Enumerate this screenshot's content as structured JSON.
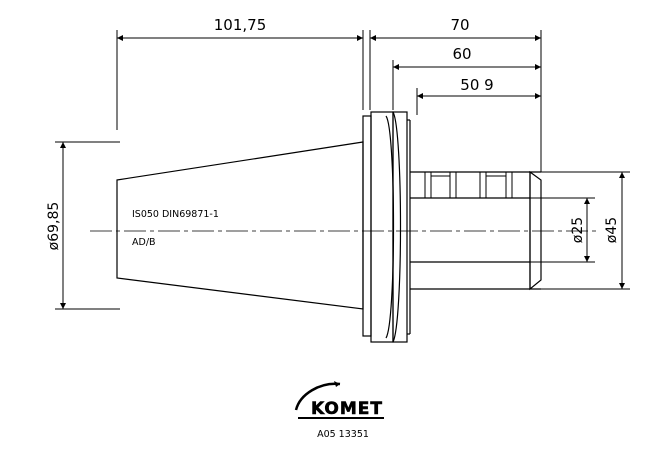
{
  "dimensions": {
    "taper_length": "101,75",
    "overall_shank": "70",
    "shank_60": "60",
    "shank_50": "50 9",
    "taper_diameter": "ø69,85",
    "bore_diameter": "ø25",
    "collar_diameter": "ø45"
  },
  "notes": {
    "standard": "IS050 DIN69871-1",
    "variant": "AD/B"
  },
  "brand": {
    "name": "KOMET",
    "part_number": "A05 13351"
  }
}
